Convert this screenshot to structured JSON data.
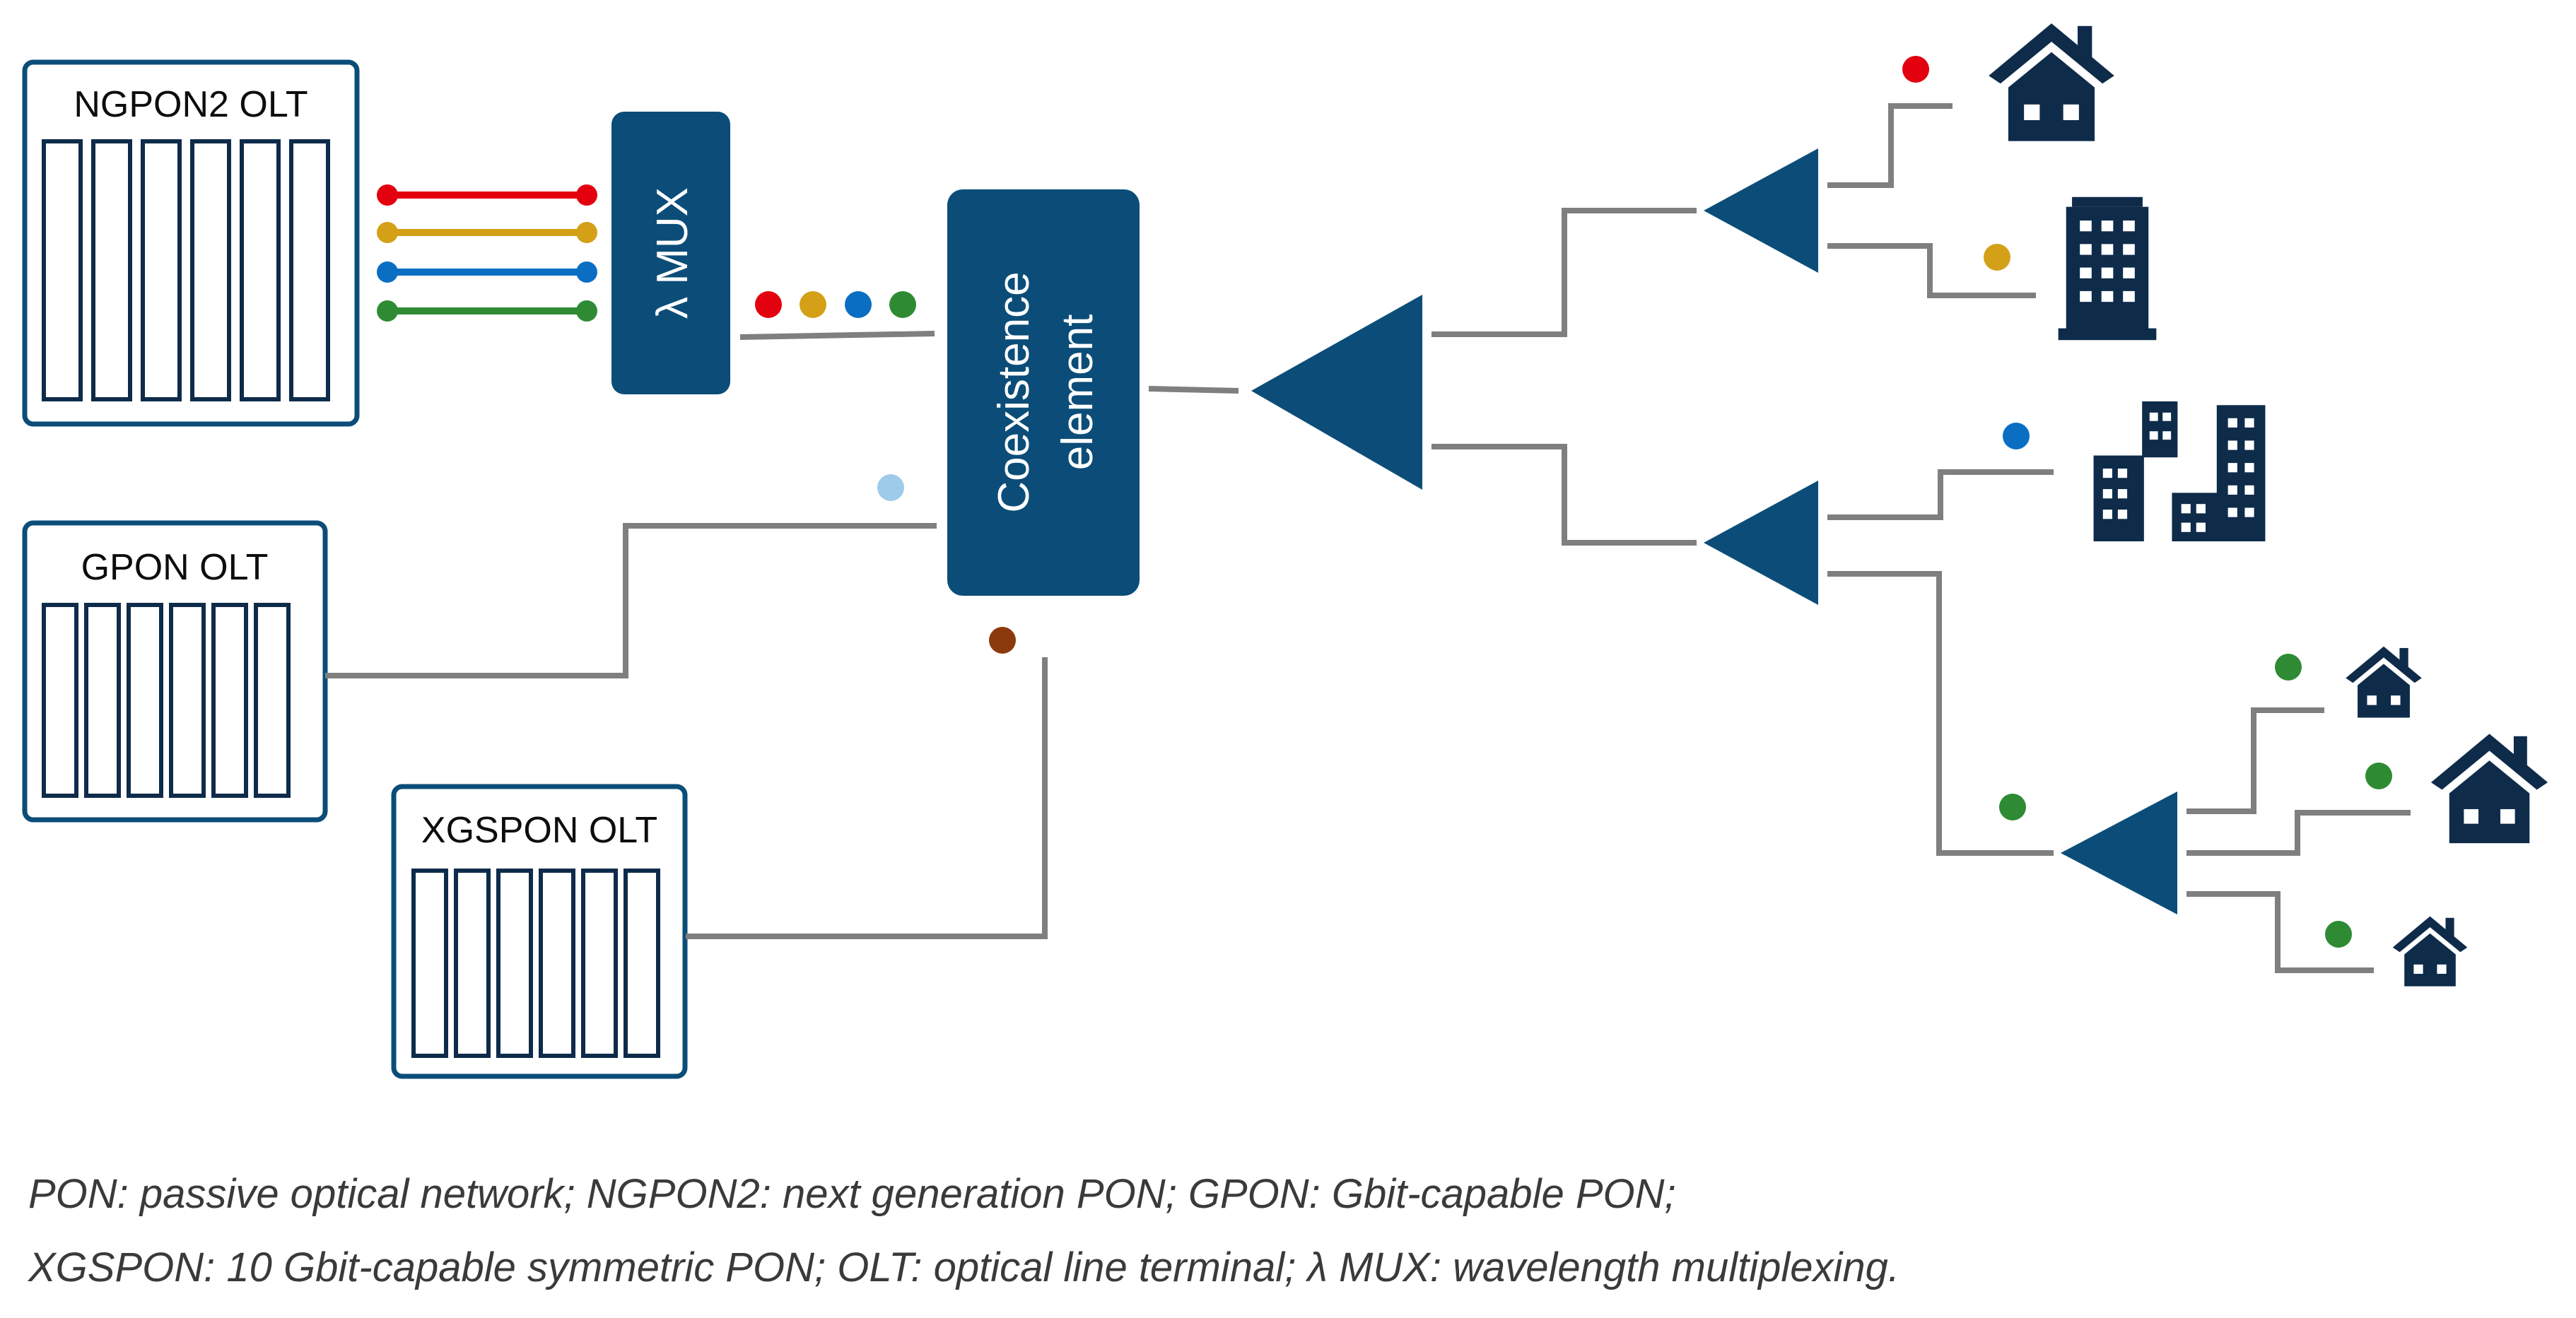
{
  "olts": [
    {
      "id": "ngpon2",
      "label": "NGPON2 OLT",
      "slots": 6
    },
    {
      "id": "gpon",
      "label": "GPON OLT",
      "slots": 6
    },
    {
      "id": "xgspon",
      "label": "XGSPON OLT",
      "slots": 6
    }
  ],
  "mux": {
    "label": "λ MUX"
  },
  "coexistence": {
    "label_line1": "Coexistence",
    "label_line2": "element"
  },
  "colors": {
    "red": "#e3000f",
    "gold": "#d4a017",
    "blue": "#0a6fc2",
    "green": "#2e8b34",
    "light_blue": "#9fcbea",
    "brown": "#8b3a0e",
    "block": "#0b4d78",
    "building": "#0e2b4a",
    "fiber": "#7f7f7f"
  },
  "wavelength_order": [
    "red",
    "gold",
    "blue",
    "green"
  ],
  "gpon_wavelength": "light_blue",
  "xgspon_wavelength": "brown",
  "endpoints": [
    {
      "icon": "house-icon",
      "color": "red"
    },
    {
      "icon": "office-building-icon",
      "color": "gold"
    },
    {
      "icon": "city-buildings-icon",
      "color": "blue"
    },
    {
      "icon": "house-icon",
      "color": "green"
    },
    {
      "icon": "house-icon",
      "color": "green"
    },
    {
      "icon": "house-icon",
      "color": "green"
    }
  ],
  "caption": {
    "line1": "PON: passive optical network; NGPON2: next generation PON; GPON: Gbit-capable PON;",
    "line2": "XGSPON: 10 Gbit-capable symmetric PON; OLT: optical line terminal; λ MUX: wavelength multiplexing."
  }
}
